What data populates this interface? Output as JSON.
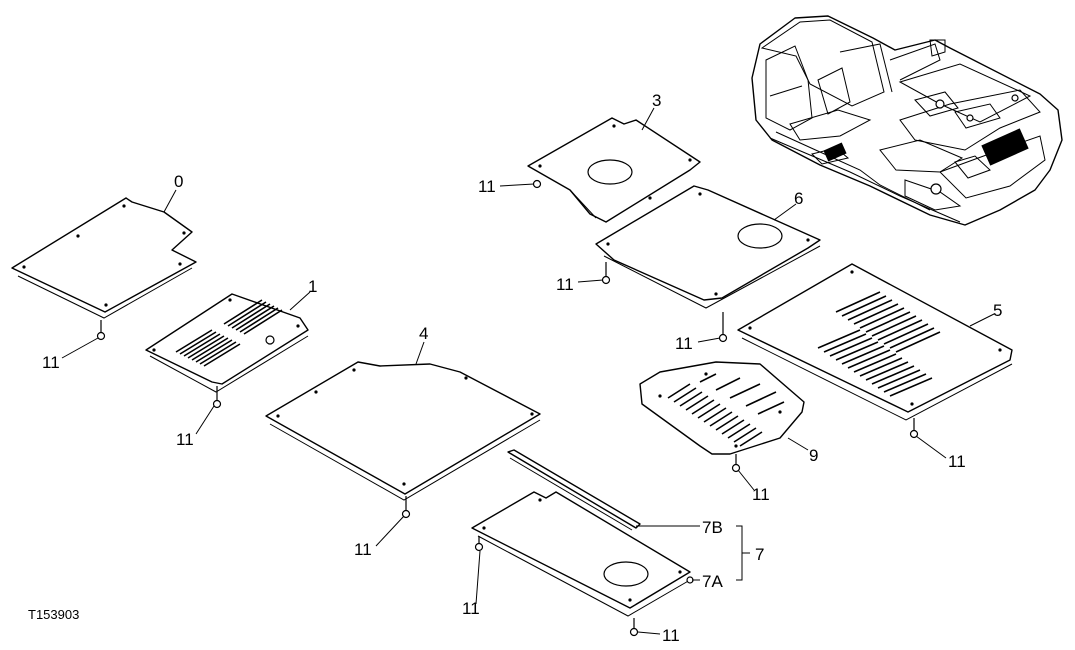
{
  "figure_id": "T153903",
  "callouts": {
    "c0": "0",
    "c1": "1",
    "c3": "3",
    "c4": "4",
    "c5": "5",
    "c6": "6",
    "c7": "7",
    "c7a": "7A",
    "c7b": "7B",
    "c9": "9",
    "f1": "11",
    "f2": "11",
    "f3": "11",
    "f4": "11",
    "f5": "11",
    "f6": "11",
    "f7": "11",
    "f8": "11",
    "f9": "11",
    "f10": "11",
    "f11": "11"
  }
}
